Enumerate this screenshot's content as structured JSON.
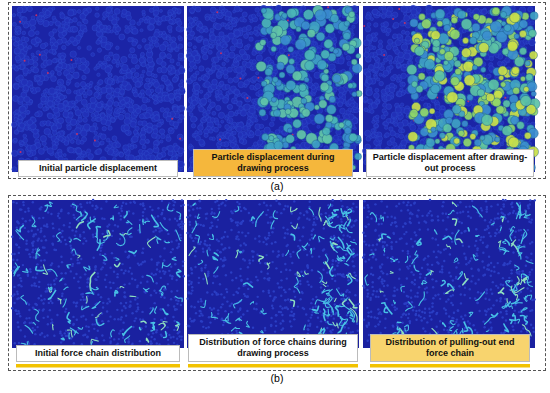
{
  "diagram": {
    "nodes": [
      {
        "text": [
          "(a)"
        ]
      },
      {
        "text": [
          "Initial particle displacement"
        ],
        "in": 0
      },
      {
        "text": [
          "Particle displacement during drawing process"
        ],
        "in": 0
      },
      {
        "text": [
          "Particle displacement after drawing-out process"
        ],
        "in": 0
      },
      {
        "text": [
          "(b)"
        ]
      },
      {
        "text": [
          "Initial force chain distribution"
        ],
        "in": 4
      },
      {
        "text": [
          "Distribution of force chains during drawing process"
        ],
        "in": 4
      },
      {
        "text": [
          "Distribution of pulling-out end force chain"
        ],
        "in": 4
      }
    ]
  }
}
